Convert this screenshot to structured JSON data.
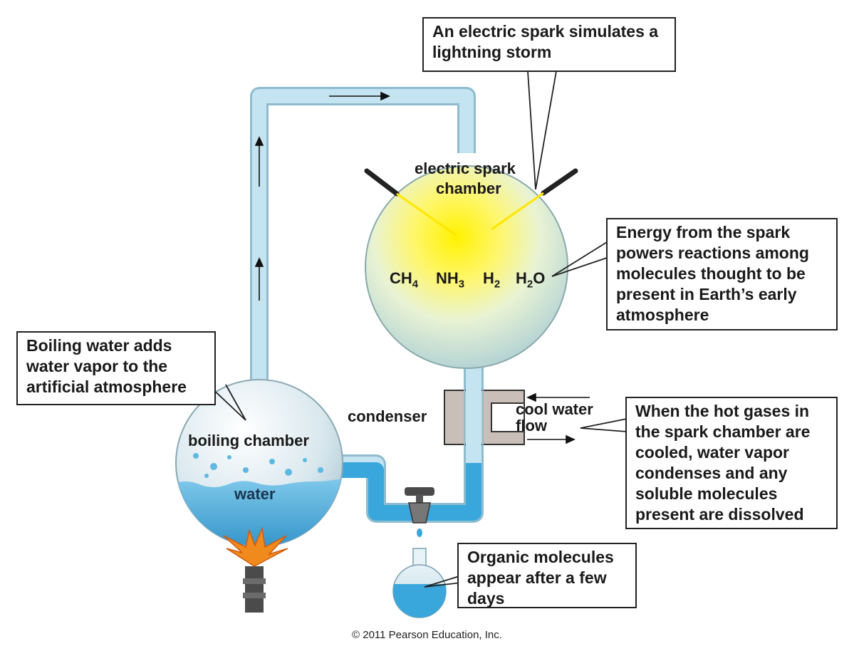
{
  "callouts": {
    "spark": "An electric spark simulates a lightning storm",
    "energy": "Energy from the spark powers reactions among molecules thought to be present in Earth’s early atmosphere",
    "boiling": "Boiling water adds water vapor to the artificial atmosphere",
    "hot_gases": "When the hot gases in the spark chamber are cooled, water vapor condenses and any soluble molecules present are dissolved",
    "organic": "Organic molecules appear after a few days"
  },
  "labels": {
    "spark_chamber_1": "electric spark",
    "spark_chamber_2": "chamber",
    "boiling_chamber": "boiling chamber",
    "water": "water",
    "condenser": "condenser",
    "cool_water_1": "cool water",
    "cool_water_2": "flow"
  },
  "molecules": [
    {
      "base": "CH",
      "sub": "4",
      "tail": ""
    },
    {
      "base": "NH",
      "sub": "3",
      "tail": ""
    },
    {
      "base": "H",
      "sub": "2",
      "tail": ""
    },
    {
      "base": "H",
      "sub": "2",
      "tail": "O"
    }
  ],
  "copyright": "© 2011 Pearson Education, Inc.",
  "colors": {
    "tube": "#bfe0ee",
    "tube_edge": "#8fbccf",
    "water": "#3aa7dc",
    "glow": "#fff200",
    "condenser": "#c9bfb8",
    "flame": "#f08a1c"
  }
}
